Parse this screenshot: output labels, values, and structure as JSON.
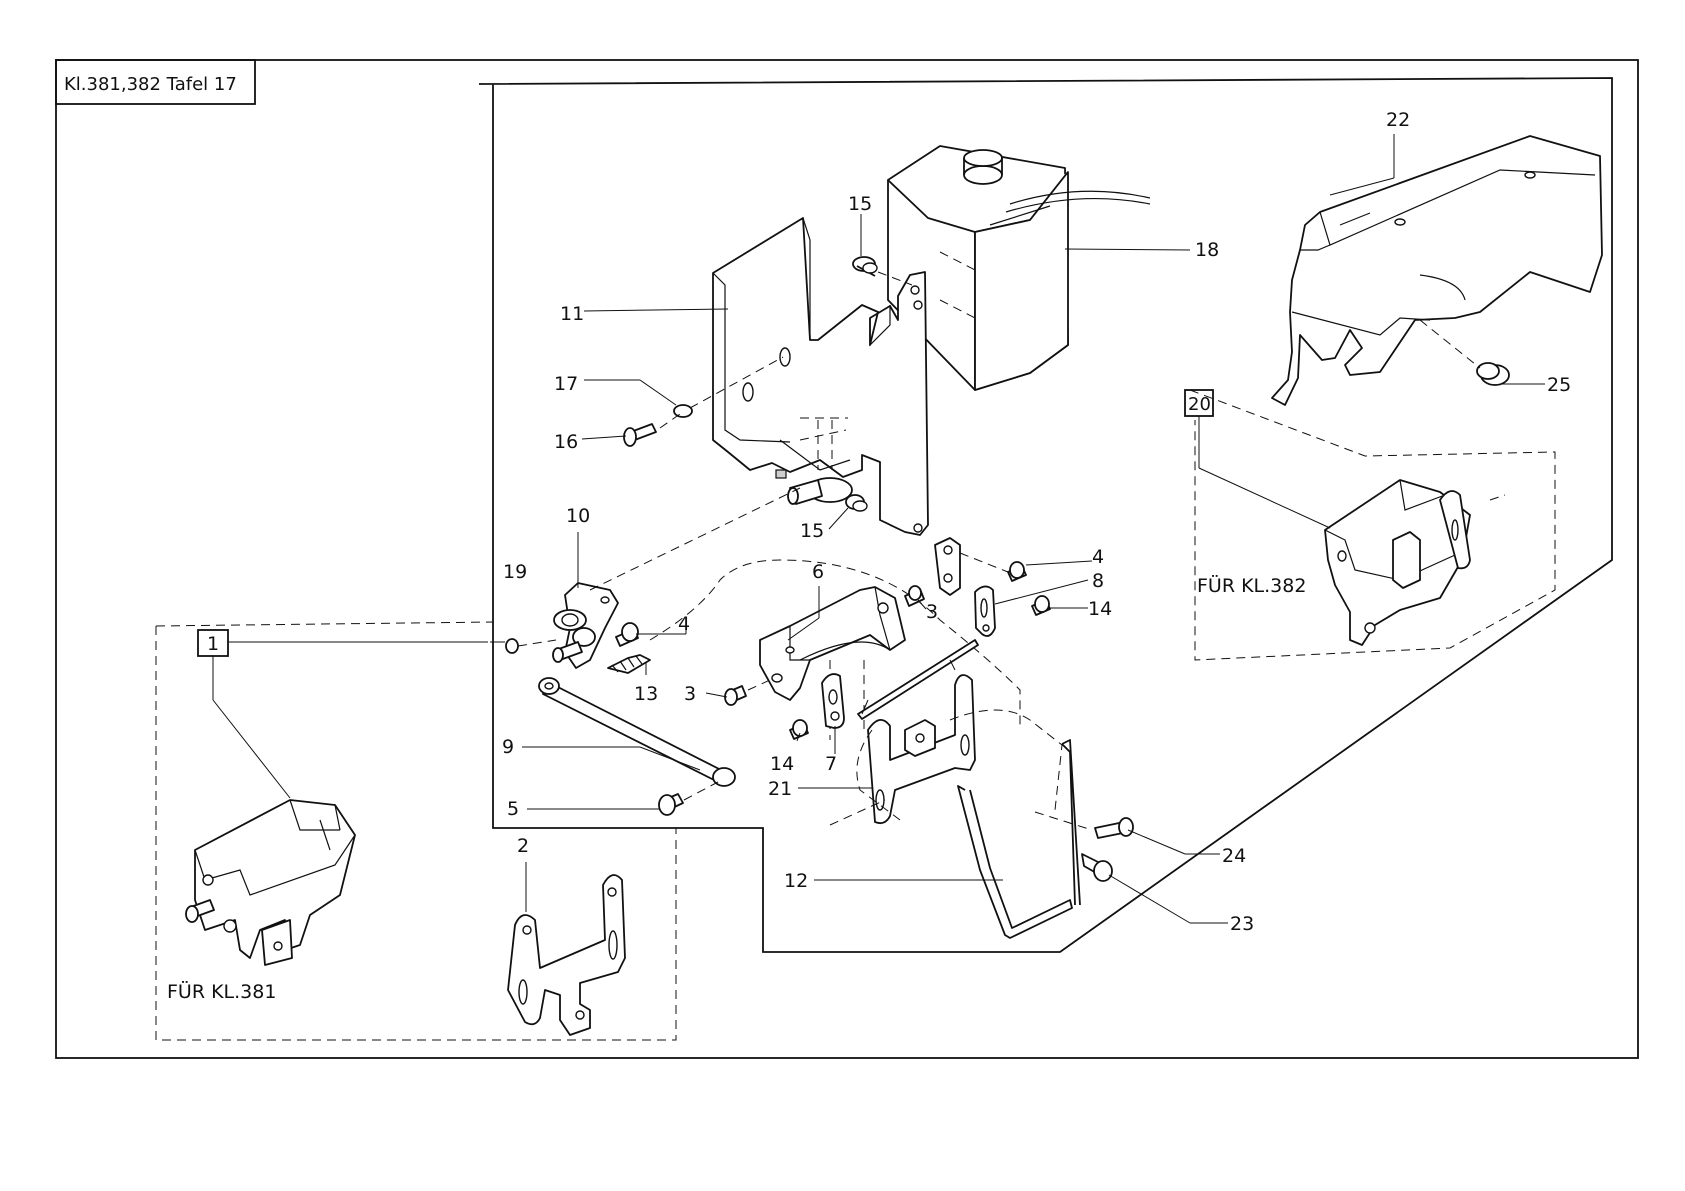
{
  "header": {
    "title": "Kl.381,382 Tafel 17"
  },
  "callouts": {
    "p1": "1",
    "p2": "2",
    "p3a": "3",
    "p3b": "3",
    "p4a": "4",
    "p4b": "4",
    "p5": "5",
    "p6": "6",
    "p7": "7",
    "p8": "8",
    "p9": "9",
    "p10": "10",
    "p11": "11",
    "p12": "12",
    "p13": "13",
    "p14a": "14",
    "p14b": "14",
    "p15a": "15",
    "p15b": "15",
    "p16": "16",
    "p17": "17",
    "p18": "18",
    "p19": "19",
    "p20": "20",
    "p21": "21",
    "p22": "22",
    "p23": "23",
    "p24": "24",
    "p25": "25"
  },
  "variants": {
    "kl381": "FÜR KL.381",
    "kl382": "FÜR KL.382"
  }
}
